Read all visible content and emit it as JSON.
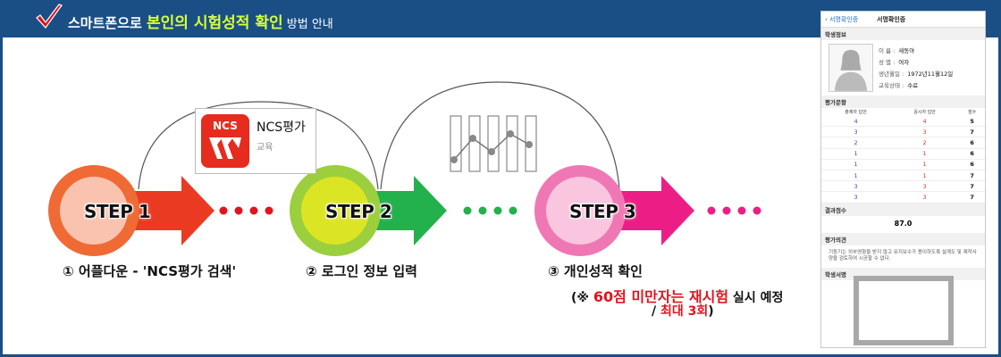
{
  "header": {
    "title_prefix": "스마트폰으로 ",
    "title_highlight": "본인의 시험성적 확인",
    "title_suffix": " 방법 안내"
  },
  "colors": {
    "frame": "#1a4f86",
    "step1": "#f0522a",
    "step2": "#22b14c",
    "step3": "#ec1e86",
    "highlight": "#d7ff3a",
    "red": "#e0141e"
  },
  "app": {
    "icon_text": "NCS",
    "name": "NCS평가",
    "category": "교육"
  },
  "steps": [
    {
      "label": "STEP 1",
      "caption": "① 어플다운 - 'NCS평가 검색'"
    },
    {
      "label": "STEP 2",
      "caption": "② 로그인 정보 입력"
    },
    {
      "label": "STEP 3",
      "caption": "③ 개인성적 확인"
    }
  ],
  "note": {
    "open": "(※ ",
    "red": "60점 미만자는 재시험",
    "after": " 실시 예정",
    "line2_prefix": "/ ",
    "line2_red": "최대 3회",
    "line2_suffix": ")"
  },
  "phone": {
    "back": "서명확인증",
    "title": "서명확인증",
    "section_student": "학생정보",
    "info": [
      {
        "label": "이    름 :",
        "value": "새동아"
      },
      {
        "label": "성    별 :",
        "value": "여자"
      },
      {
        "label": "생년월일 :",
        "value": "1972년11월12일"
      },
      {
        "label": "교육상태 :",
        "value": "수료"
      }
    ],
    "section_eval": "평가문항",
    "table_headers": [
      "출제자 답안",
      "응시자 답안",
      "점수"
    ],
    "table_rows": [
      [
        "4",
        "4",
        "5"
      ],
      [
        "3",
        "3",
        "7"
      ],
      [
        "2",
        "2",
        "6"
      ],
      [
        "1",
        "1",
        "6"
      ],
      [
        "1",
        "1",
        "6"
      ],
      [
        "1",
        "1",
        "7"
      ],
      [
        "3",
        "3",
        "7"
      ],
      [
        "3",
        "3",
        "7"
      ]
    ],
    "section_score": "결과점수",
    "score": "87.0",
    "section_opinion": "평가의견",
    "opinion": "기둥기는 외부영향을 받지 않고 유지보수가 용이하도록 설계도 및 제작사양을 검토하여 시공할 수 없다.",
    "section_sign": "학생서명"
  }
}
